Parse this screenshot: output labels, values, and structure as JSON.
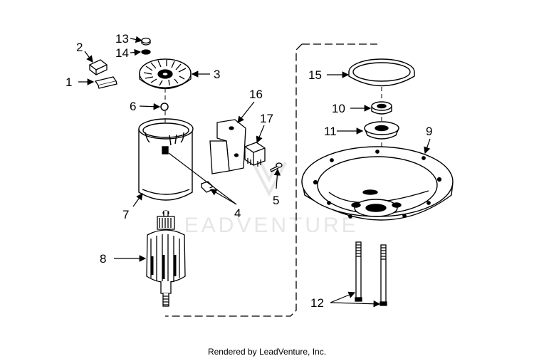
{
  "diagram": {
    "labels": {
      "p1": "1",
      "p2": "2",
      "p3": "3",
      "p4": "4",
      "p5": "5",
      "p6": "6",
      "p7": "7",
      "p8": "8",
      "p9": "9",
      "p10": "10",
      "p11": "11",
      "p12": "12",
      "p13": "13",
      "p14": "14",
      "p15": "15",
      "p16": "16",
      "p17": "17"
    },
    "watermark": "LEADVENTURE"
  },
  "footer": {
    "text": "Rendered by LeadVenture, Inc."
  },
  "colors": {
    "line": "#000000",
    "background": "#ffffff",
    "watermark": "#e6e6e6"
  }
}
